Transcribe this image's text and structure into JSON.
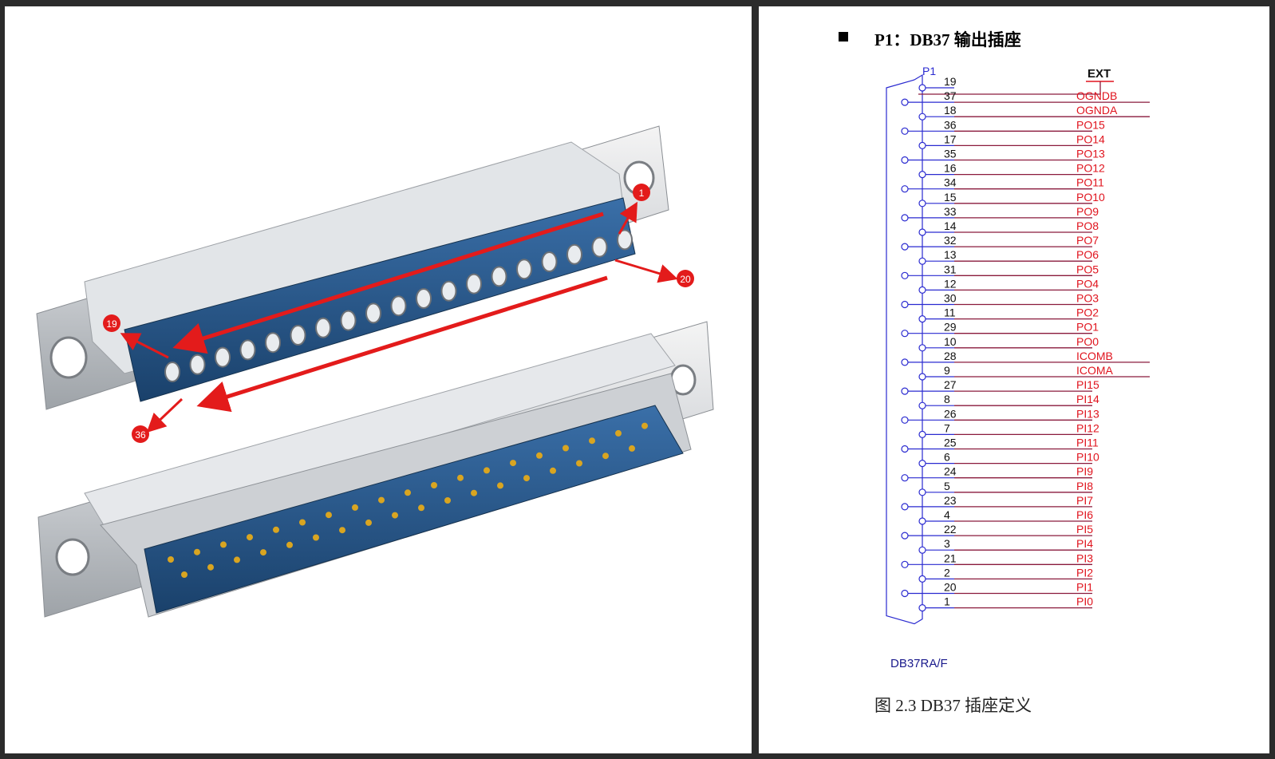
{
  "photo": {
    "callouts": [
      "1",
      "20",
      "19",
      "36"
    ]
  },
  "schematic": {
    "heading": "P1：DB37 输出插座",
    "ref": "P1",
    "ext_label": "EXT",
    "part_name": "DB37RA/F",
    "caption": "图 2.3 DB37 插座定义",
    "pins": [
      {
        "pin": "19",
        "signal": "",
        "long": false
      },
      {
        "pin": "37",
        "signal": "OGNDB",
        "long": true
      },
      {
        "pin": "18",
        "signal": "OGNDA",
        "long": true
      },
      {
        "pin": "36",
        "signal": "PO15",
        "long": false
      },
      {
        "pin": "17",
        "signal": "PO14",
        "long": false
      },
      {
        "pin": "35",
        "signal": "PO13",
        "long": false
      },
      {
        "pin": "16",
        "signal": "PO12",
        "long": false
      },
      {
        "pin": "34",
        "signal": "PO11",
        "long": false
      },
      {
        "pin": "15",
        "signal": "PO10",
        "long": false
      },
      {
        "pin": "33",
        "signal": "PO9",
        "long": false
      },
      {
        "pin": "14",
        "signal": "PO8",
        "long": false
      },
      {
        "pin": "32",
        "signal": "PO7",
        "long": false
      },
      {
        "pin": "13",
        "signal": "PO6",
        "long": false
      },
      {
        "pin": "31",
        "signal": "PO5",
        "long": false
      },
      {
        "pin": "12",
        "signal": "PO4",
        "long": false
      },
      {
        "pin": "30",
        "signal": "PO3",
        "long": false
      },
      {
        "pin": "11",
        "signal": "PO2",
        "long": false
      },
      {
        "pin": "29",
        "signal": "PO1",
        "long": false
      },
      {
        "pin": "10",
        "signal": "PO0",
        "long": false
      },
      {
        "pin": "28",
        "signal": "ICOMB",
        "long": true
      },
      {
        "pin": "9",
        "signal": "ICOMA",
        "long": true
      },
      {
        "pin": "27",
        "signal": "PI15",
        "long": false
      },
      {
        "pin": "8",
        "signal": "PI14",
        "long": false
      },
      {
        "pin": "26",
        "signal": "PI13",
        "long": false
      },
      {
        "pin": "7",
        "signal": "PI12",
        "long": false
      },
      {
        "pin": "25",
        "signal": "PI11",
        "long": false
      },
      {
        "pin": "6",
        "signal": "PI10",
        "long": false
      },
      {
        "pin": "24",
        "signal": "PI9",
        "long": false
      },
      {
        "pin": "5",
        "signal": "PI8",
        "long": false
      },
      {
        "pin": "23",
        "signal": "PI7",
        "long": false
      },
      {
        "pin": "4",
        "signal": "PI6",
        "long": false
      },
      {
        "pin": "22",
        "signal": "PI5",
        "long": false
      },
      {
        "pin": "3",
        "signal": "PI4",
        "long": false
      },
      {
        "pin": "21",
        "signal": "PI3",
        "long": false
      },
      {
        "pin": "2",
        "signal": "PI2",
        "long": false
      },
      {
        "pin": "20",
        "signal": "PI1",
        "long": false
      },
      {
        "pin": "1",
        "signal": "PI0",
        "long": false
      }
    ]
  },
  "colors": {
    "wire": "#8a1a3c",
    "signal_text": "#e0141e",
    "body_blue": "#2a2ad0",
    "insulator": "#1f4e7a",
    "arrow": "#e31b1b"
  }
}
